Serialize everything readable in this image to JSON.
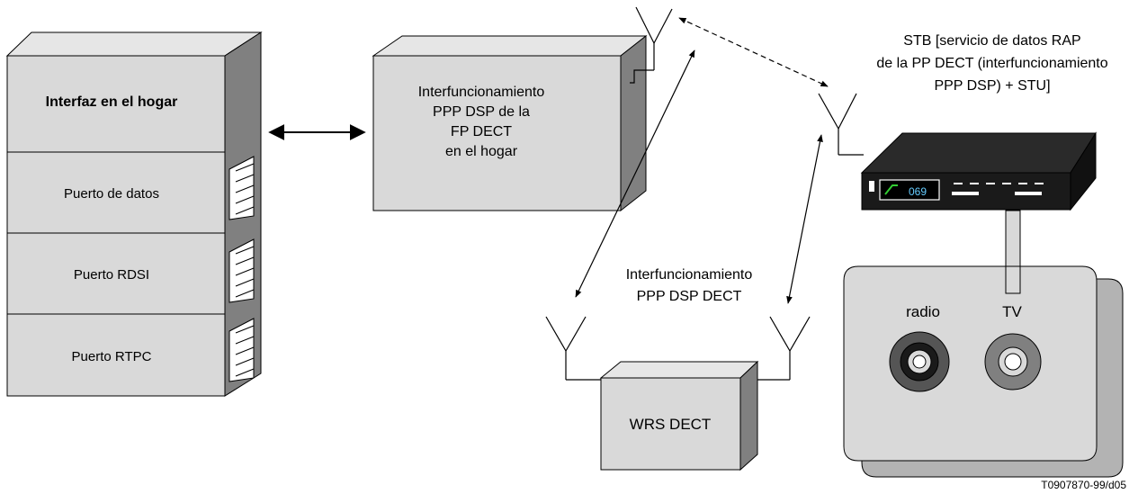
{
  "home_interface": {
    "title": "Interfaz en el hogar",
    "ports": [
      "Puerto de datos",
      "Puerto RDSI",
      "Puerto RTPC"
    ]
  },
  "fp_box": {
    "lines": [
      "Interfuncionamiento",
      "PPP DSP de la",
      "FP DECT",
      "en el hogar"
    ]
  },
  "stb_label": {
    "lines": [
      "STB [servicio de datos RAP",
      "de la PP DECT (interfuncionamiento",
      "PPP DSP) + STU]"
    ]
  },
  "stb_display": "069",
  "wrs_label": {
    "lines": [
      "Interfuncionamiento",
      "PPP DSP DECT"
    ]
  },
  "wrs_box": "WRS DECT",
  "wall_panel": {
    "radio": "radio",
    "tv": "TV"
  },
  "figure_id": "T0907870-99/d05",
  "colors": {
    "box_face": "#d9d9d9",
    "box_side": "#808080",
    "box_top": "#e6e6e6",
    "stb_body": "#1a1a1a"
  }
}
